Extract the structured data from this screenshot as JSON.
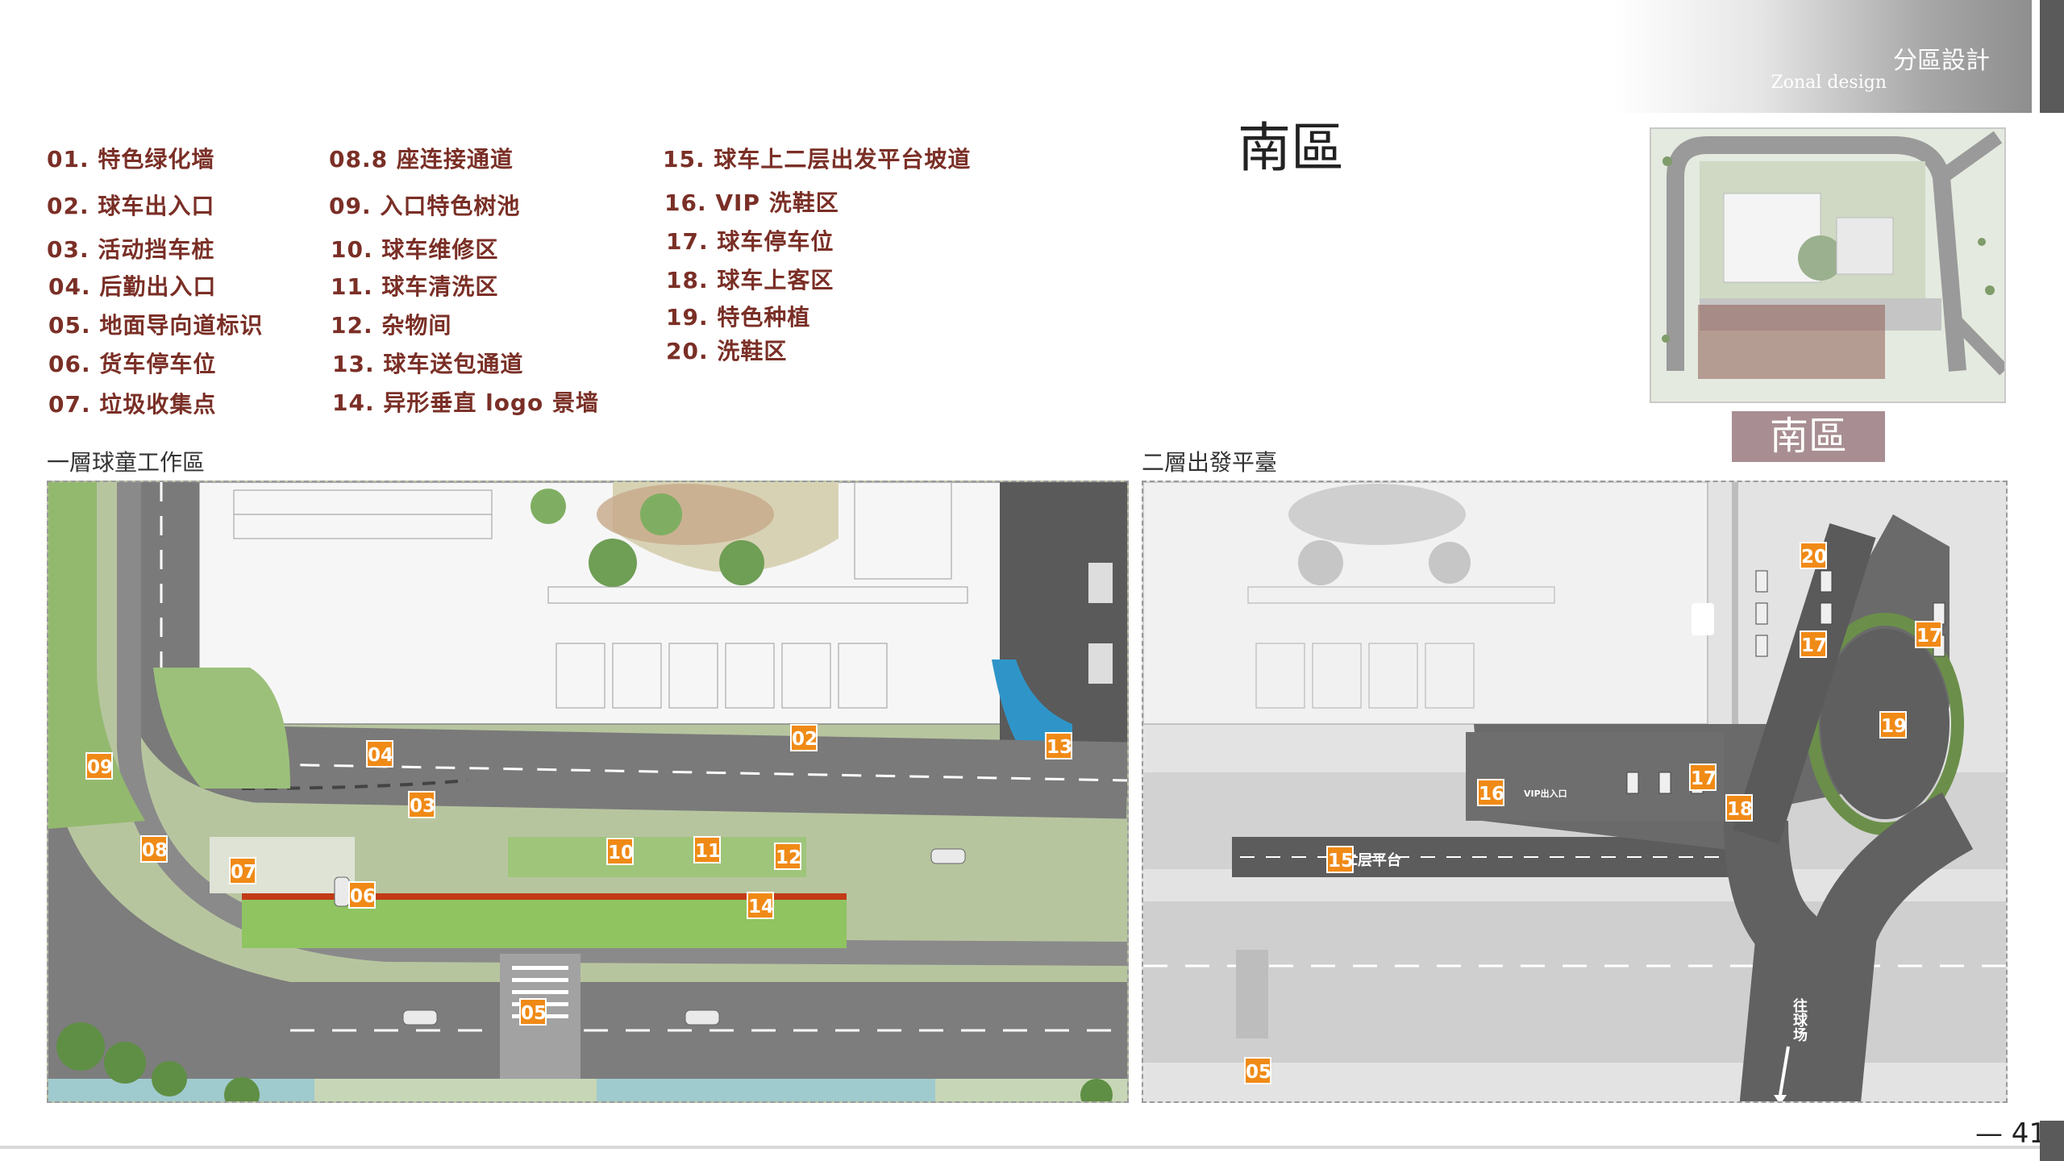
{
  "header": {
    "title_zh": "分區設計",
    "title_en": "Zonal design"
  },
  "zone_title": "南區",
  "legend": {
    "col1": [
      "01. 特色绿化墙",
      "02. 球车出入口",
      "03. 活动挡车桩",
      "04. 后勤出入口",
      "05. 地面导向道标识",
      "06. 货车停车位",
      "07. 垃圾收集点"
    ],
    "col2": [
      "08.8 座连接通道",
      "09. 入口特色树池",
      "10. 球车维修区",
      "11. 球车清洗区",
      "12. 杂物间",
      "13. 球车送包通道",
      "14. 异形垂直 logo 景墙"
    ],
    "col3": [
      "15. 球车上二层出发平台坡道",
      "16. VIP 洗鞋区",
      "17. 球车停车位",
      "18. 球车上客区",
      "19. 特色种植",
      "20. 洗鞋区"
    ]
  },
  "keymap": {
    "label": "南區"
  },
  "plan1": {
    "caption": "一層球童工作區",
    "markers": [
      "09",
      "04",
      "02",
      "13",
      "03",
      "08",
      "07",
      "10",
      "11",
      "12",
      "06",
      "14",
      "05"
    ]
  },
  "plan2": {
    "caption": "二層出發平臺",
    "markers": [
      "20",
      "17",
      "17",
      "19",
      "16",
      "17",
      "18",
      "15",
      "05"
    ],
    "labels": {
      "ramp": "往二层平台",
      "vip": "VIP出入口",
      "course": "往球场"
    }
  },
  "footer": {
    "page": "— 41"
  },
  "colors": {
    "marker": "#f08a16",
    "legend_text": "#7a2f26",
    "keymap_label_bg": "#a88e92",
    "banner_bar": "#5a5a5a"
  }
}
